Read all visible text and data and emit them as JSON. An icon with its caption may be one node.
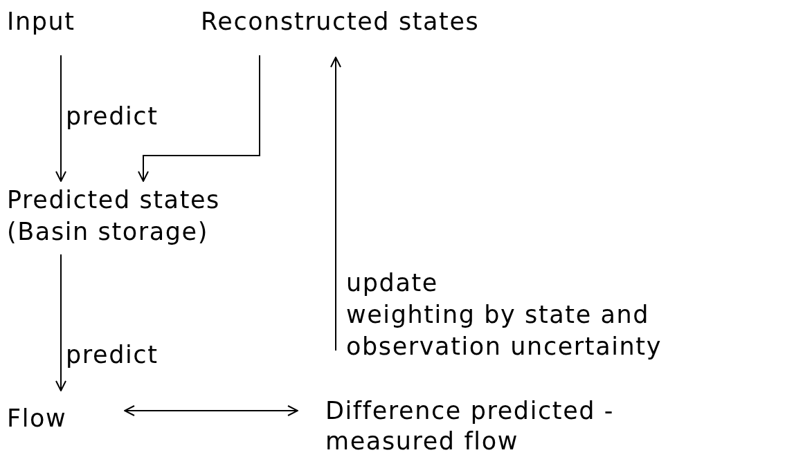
{
  "diagram": {
    "nodes": [
      {
        "text": [
          "Input"
        ]
      },
      {
        "text": [
          "Reconstructed states"
        ]
      },
      {
        "text": [
          "Predicted states (Basin storage)"
        ]
      },
      {
        "text": [
          "Flow"
        ]
      },
      {
        "text": [
          "Difference predicted - measured flow"
        ]
      }
    ],
    "edges": [
      {
        "from": 0,
        "to": 2,
        "arrow": "to",
        "label": "predict"
      },
      {
        "from": 1,
        "to": 2,
        "arrow": "to"
      },
      {
        "from": 2,
        "to": 3,
        "arrow": "to",
        "label": "predict"
      },
      {
        "from": 3,
        "to": 4,
        "arrow": "both"
      },
      {
        "from": 4,
        "to": 1,
        "arrow": "to",
        "label": "update"
      }
    ],
    "labels": [
      "weighting by state and observation uncertainty"
    ]
  }
}
